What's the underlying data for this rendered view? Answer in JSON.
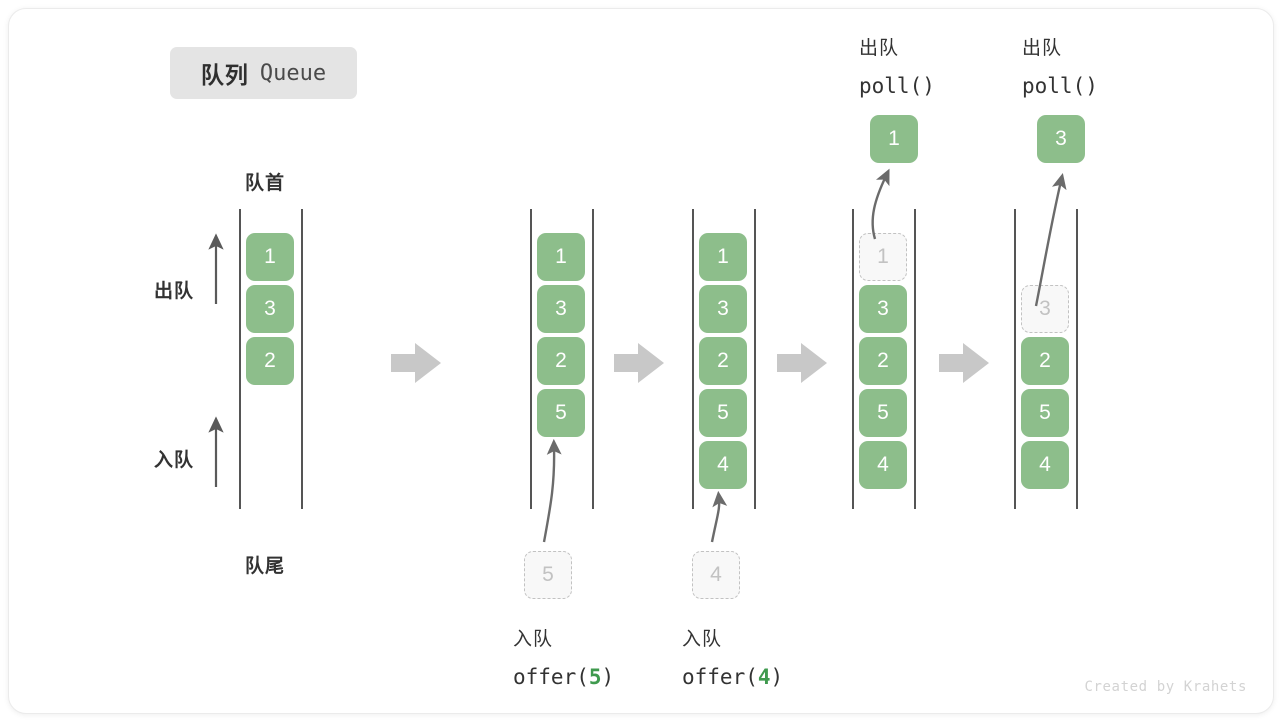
{
  "title": {
    "cn": "队列",
    "en": "Queue"
  },
  "labels": {
    "front": "队首",
    "rear": "队尾",
    "dequeue": "出队",
    "enqueue": "入队"
  },
  "colors": {
    "cell_fill": "#8dbe8b",
    "cell_text": "#ffffff",
    "ghost_fill": "#f8f8f8",
    "ghost_border": "#c2c2c2",
    "ghost_text": "#c2c2c2",
    "rail": "#555555",
    "arrow_gray": "#c8c8c8",
    "curve_arrow": "#6b6b6b",
    "badge_bg": "#e4e4e4",
    "text_dark": "#333333",
    "accent_green": "#3f9a4e",
    "watermark": "#d3d3d3"
  },
  "columns": [
    {
      "id": "initial",
      "cells": [
        {
          "value": "1",
          "state": "filled"
        },
        {
          "value": "3",
          "state": "filled"
        },
        {
          "value": "2",
          "state": "filled"
        }
      ],
      "side_labels": {
        "top": "出队",
        "bottom": "入队"
      },
      "top_label": "队首",
      "bottom_label": "队尾"
    },
    {
      "id": "offer-5",
      "cells": [
        {
          "value": "1",
          "state": "filled"
        },
        {
          "value": "3",
          "state": "filled"
        },
        {
          "value": "2",
          "state": "filled"
        },
        {
          "value": "5",
          "state": "filled"
        }
      ],
      "incoming": {
        "value": "5",
        "state": "ghost"
      },
      "caption": {
        "cn": "入队",
        "fn": "offer(",
        "arg": "5",
        "fn_close": ")"
      }
    },
    {
      "id": "offer-4",
      "cells": [
        {
          "value": "1",
          "state": "filled"
        },
        {
          "value": "3",
          "state": "filled"
        },
        {
          "value": "2",
          "state": "filled"
        },
        {
          "value": "5",
          "state": "filled"
        },
        {
          "value": "4",
          "state": "filled"
        }
      ],
      "incoming": {
        "value": "4",
        "state": "ghost"
      },
      "caption": {
        "cn": "入队",
        "fn": "offer(",
        "arg": "4",
        "fn_close": ")"
      }
    },
    {
      "id": "poll-1",
      "cells": [
        {
          "value": "1",
          "state": "ghost"
        },
        {
          "value": "3",
          "state": "filled"
        },
        {
          "value": "2",
          "state": "filled"
        },
        {
          "value": "5",
          "state": "filled"
        },
        {
          "value": "4",
          "state": "filled"
        }
      ],
      "outgoing": {
        "value": "1",
        "state": "filled"
      },
      "header": {
        "cn": "出队",
        "fn": "poll()"
      }
    },
    {
      "id": "poll-3",
      "cells": [
        {
          "value": "",
          "state": "empty"
        },
        {
          "value": "3",
          "state": "ghost"
        },
        {
          "value": "2",
          "state": "filled"
        },
        {
          "value": "5",
          "state": "filled"
        },
        {
          "value": "4",
          "state": "filled"
        }
      ],
      "outgoing": {
        "value": "3",
        "state": "filled"
      },
      "header": {
        "cn": "出队",
        "fn": "poll()"
      }
    }
  ],
  "watermark": "Created by Krahets"
}
